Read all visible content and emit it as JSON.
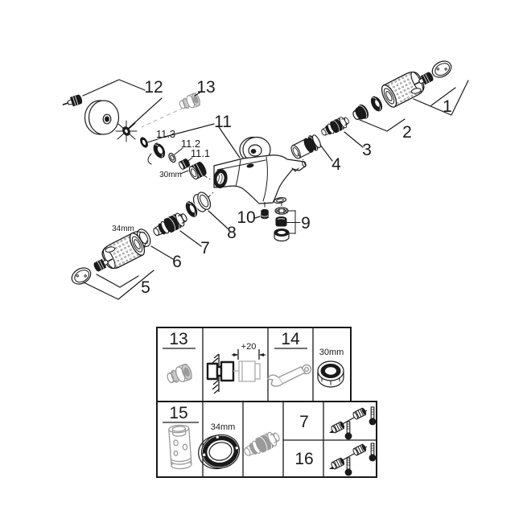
{
  "diagram": {
    "callouts": {
      "n1": "1",
      "n2": "2",
      "n3": "3",
      "n4": "4",
      "n5": "5",
      "n6": "6",
      "n7": "7",
      "n8": "8",
      "n9": "9",
      "n10": "10",
      "n11": "11",
      "n11_1": "11.1",
      "n11_2": "11.2",
      "n11_3": "11.3",
      "n12": "12",
      "n13": "13"
    },
    "dimensions": {
      "nut": "30mm",
      "ring": "34mm"
    }
  },
  "table": {
    "cells": {
      "c13": "13",
      "c14": "14",
      "c15": "15",
      "c7": "7",
      "c16": "16"
    },
    "dimensions": {
      "extension": "+20",
      "nut": "30mm",
      "ring": "34mm"
    }
  },
  "colors": {
    "ink": "#1a1a1a",
    "grey": "#9a9a9a",
    "ghost": "#b3b3b3",
    "background": "#ffffff"
  }
}
